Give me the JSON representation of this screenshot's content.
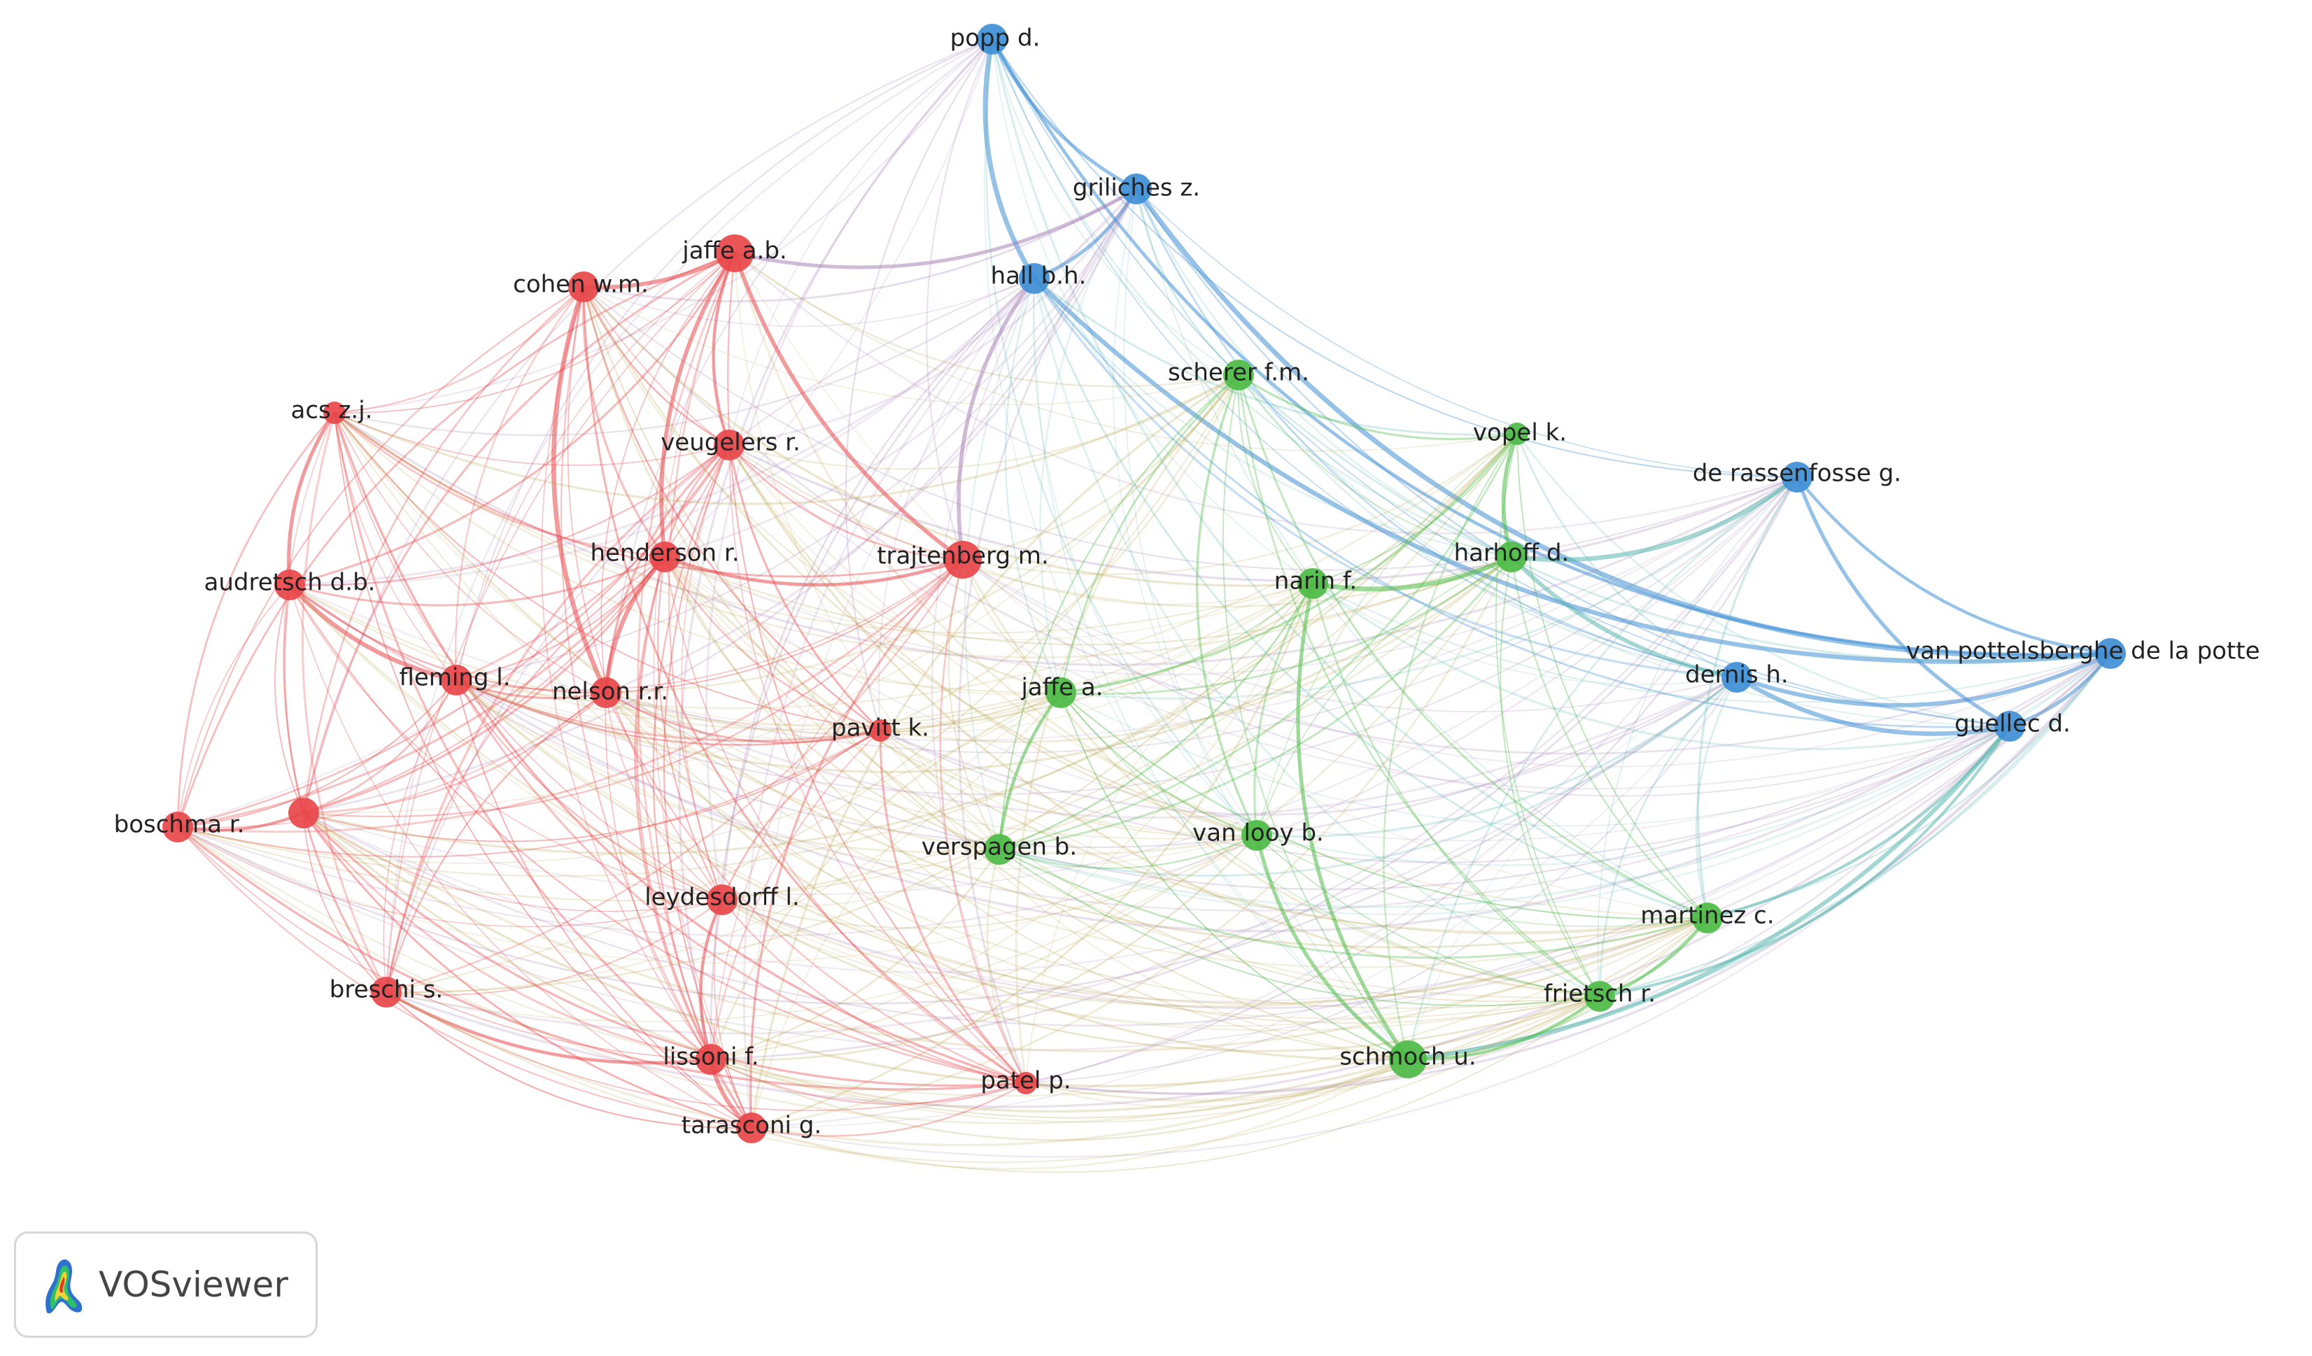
{
  "diagram": {
    "colors": {
      "red": "#e8474a",
      "green": "#4dbb45",
      "blue": "#3f8fd6"
    },
    "nodes": [
      {
        "id": "popp",
        "label": "popp d.",
        "cluster": "blue",
        "size": 3
      },
      {
        "id": "griliches",
        "label": "griliches z.",
        "cluster": "blue",
        "size": 3
      },
      {
        "id": "hall",
        "label": "hall b.h.",
        "cluster": "blue",
        "size": 3
      },
      {
        "id": "derassenfosse",
        "label": "de rassenfosse g.",
        "cluster": "blue",
        "size": 3
      },
      {
        "id": "vanpottelsberghe",
        "label": "van pottelsberghe de la potte",
        "cluster": "blue",
        "size": 3
      },
      {
        "id": "dernis",
        "label": "dernis h.",
        "cluster": "blue",
        "size": 3
      },
      {
        "id": "guellec",
        "label": "guellec d.",
        "cluster": "blue",
        "size": 3
      },
      {
        "id": "jaffeab",
        "label": "jaffe a.b.",
        "cluster": "red",
        "size": 4
      },
      {
        "id": "cohen",
        "label": "cohen w.m.",
        "cluster": "red",
        "size": 3
      },
      {
        "id": "acs",
        "label": "acs z.j.",
        "cluster": "red",
        "size": 2
      },
      {
        "id": "veugelers",
        "label": "veugelers r.",
        "cluster": "red",
        "size": 3
      },
      {
        "id": "henderson",
        "label": "henderson r.",
        "cluster": "red",
        "size": 3
      },
      {
        "id": "trajtenberg",
        "label": "trajtenberg m.",
        "cluster": "red",
        "size": 4
      },
      {
        "id": "audretsch",
        "label": "audretsch d.b.",
        "cluster": "red",
        "size": 3
      },
      {
        "id": "fleming",
        "label": "fleming l.",
        "cluster": "red",
        "size": 3
      },
      {
        "id": "nelson",
        "label": "nelson r.r.",
        "cluster": "red",
        "size": 3
      },
      {
        "id": "pavitt",
        "label": "pavitt k.",
        "cluster": "red",
        "size": 2
      },
      {
        "id": "boschma",
        "label": "boschma r.",
        "cluster": "red",
        "size": 3
      },
      {
        "id": "unlabeled_red",
        "label": "",
        "cluster": "red",
        "size": 3
      },
      {
        "id": "leydesdorff",
        "label": "leydesdorff l.",
        "cluster": "red",
        "size": 3
      },
      {
        "id": "breschi",
        "label": "breschi s.",
        "cluster": "red",
        "size": 3
      },
      {
        "id": "lissoni",
        "label": "lissoni f.",
        "cluster": "red",
        "size": 3
      },
      {
        "id": "tarasconi",
        "label": "tarasconi g.",
        "cluster": "red",
        "size": 3
      },
      {
        "id": "patel",
        "label": "patel p.",
        "cluster": "red",
        "size": 2
      },
      {
        "id": "scherer",
        "label": "scherer f.m.",
        "cluster": "green",
        "size": 3
      },
      {
        "id": "vopel",
        "label": "vopel k.",
        "cluster": "green",
        "size": 2
      },
      {
        "id": "harhoff",
        "label": "harhoff d.",
        "cluster": "green",
        "size": 3
      },
      {
        "id": "narin",
        "label": "narin f.",
        "cluster": "green",
        "size": 3
      },
      {
        "id": "jaffea",
        "label": "jaffe a.",
        "cluster": "green",
        "size": 3
      },
      {
        "id": "verspagen",
        "label": "verspagen b.",
        "cluster": "green",
        "size": 3
      },
      {
        "id": "vanlooy",
        "label": "van looy b.",
        "cluster": "green",
        "size": 3
      },
      {
        "id": "martinez",
        "label": "martinez c.",
        "cluster": "green",
        "size": 3
      },
      {
        "id": "frietsch",
        "label": "frietsch r.",
        "cluster": "green",
        "size": 3
      },
      {
        "id": "schmoch",
        "label": "schmoch u.",
        "cluster": "green",
        "size": 4
      }
    ],
    "strong_links": [
      [
        "vanpottelsberghe",
        "guellec"
      ],
      [
        "vanpottelsberghe",
        "derassenfosse"
      ],
      [
        "vanpottelsberghe",
        "dernis"
      ],
      [
        "vanpottelsberghe",
        "popp"
      ],
      [
        "vanpottelsberghe",
        "griliches"
      ],
      [
        "vanpottelsberghe",
        "hall"
      ],
      [
        "guellec",
        "dernis"
      ],
      [
        "guellec",
        "derassenfosse"
      ],
      [
        "guellec",
        "frietsch"
      ],
      [
        "guellec",
        "schmoch"
      ],
      [
        "guellec",
        "martinez"
      ],
      [
        "popp",
        "griliches"
      ],
      [
        "popp",
        "hall"
      ],
      [
        "griliches",
        "hall"
      ],
      [
        "griliches",
        "jaffeab"
      ],
      [
        "hall",
        "trajtenberg"
      ],
      [
        "jaffeab",
        "trajtenberg"
      ],
      [
        "jaffeab",
        "cohen"
      ],
      [
        "jaffeab",
        "henderson"
      ],
      [
        "jaffeab",
        "veugelers"
      ],
      [
        "trajtenberg",
        "henderson"
      ],
      [
        "cohen",
        "nelson"
      ],
      [
        "audretsch",
        "acs"
      ],
      [
        "audretsch",
        "fleming"
      ],
      [
        "lissoni",
        "tarasconi"
      ],
      [
        "lissoni",
        "breschi"
      ],
      [
        "lissoni",
        "leydesdorff"
      ],
      [
        "schmoch",
        "frietsch"
      ],
      [
        "schmoch",
        "vanlooy"
      ],
      [
        "schmoch",
        "narin"
      ],
      [
        "harhoff",
        "derassenfosse"
      ],
      [
        "harhoff",
        "narin"
      ],
      [
        "harhoff",
        "vopel"
      ],
      [
        "harhoff",
        "dernis"
      ],
      [
        "frietsch",
        "martinez"
      ],
      [
        "boschma",
        "unlabeled_red"
      ],
      [
        "verspagen",
        "jaffea"
      ],
      [
        "nelson",
        "henderson"
      ]
    ]
  },
  "brand": {
    "name": "VOSviewer",
    "logo_icon": "vosviewer-logo-icon"
  }
}
